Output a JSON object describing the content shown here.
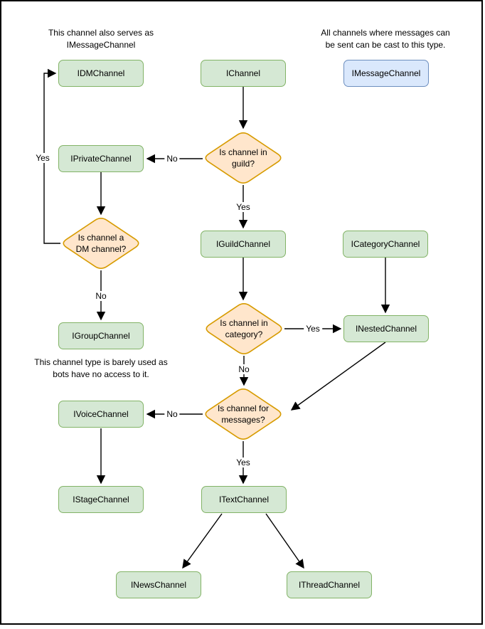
{
  "annotations": {
    "dm_note": "This channel also serves as\nIMessageChannel",
    "message_note": "All channels where messages can\nbe sent can be cast to this type.",
    "group_note": "This channel type is barely used as\nbots have no access to it."
  },
  "nodes": {
    "idmchannel": "IDMChannel",
    "ichannel": "IChannel",
    "imessagechannel": "IMessageChannel",
    "iprivatechannel": "IPrivateChannel",
    "iguildchannel": "IGuildChannel",
    "icategorychannel": "ICategoryChannel",
    "igroupchannel": "IGroupChannel",
    "inestedchannel": "INestedChannel",
    "ivoicechannel": "IVoiceChannel",
    "istagechannel": "IStageChannel",
    "itextchannel": "ITextChannel",
    "inewschannel": "INewsChannel",
    "ithreadchannel": "IThreadChannel"
  },
  "decisions": {
    "in_guild": "Is channel in\nguild?",
    "is_dm": "Is channel a\nDM channel?",
    "in_category": "Is channel in\ncategory?",
    "for_messages": "Is channel for\nmessages?"
  },
  "edge_labels": {
    "guild_no": "No",
    "guild_yes": "Yes",
    "dm_yes": "Yes",
    "dm_no": "No",
    "category_yes": "Yes",
    "category_no": "No",
    "messages_no": "No",
    "messages_yes": "Yes"
  },
  "colors": {
    "node_fill": "#d5e8d4",
    "node_stroke": "#82b366",
    "message_fill": "#dae8fc",
    "message_stroke": "#6c8ebf",
    "decision_fill": "#ffe6cc",
    "decision_stroke": "#d79b00",
    "edge": "#000000"
  }
}
